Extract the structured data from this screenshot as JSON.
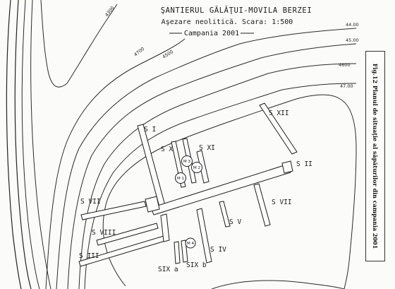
{
  "title": {
    "line1": "ŞANTIERUL GĂLĂŢUI-MOVILA BERZEI",
    "line2": "Aşezare neolitică. Scara: 1:500",
    "line3": "Campania 2001"
  },
  "contours": {
    "c4300": "4300",
    "c4700": "4700",
    "c4500": "4500",
    "c44": "44.00",
    "c45": "45.00",
    "c4600": "4600",
    "c47": "47.00"
  },
  "trenches": {
    "SI": "S I",
    "SII": "S II",
    "SIII": "S III",
    "SIV": "S IV",
    "SV": "S V",
    "SVII_left": "S VII",
    "SVII_right": "S VII",
    "SVIII": "S VIII",
    "SX": "S X",
    "SXI": "S XI",
    "SXII": "S XII",
    "SIXa": "SIX a",
    "SIXb": "SIX b"
  },
  "markers": {
    "M1": "M 1",
    "M2": "M 2",
    "M3": "M 3",
    "M4": "M 4"
  },
  "caption": "Fig.12 Planul de situaţie al săpăturilor din campania 2001"
}
